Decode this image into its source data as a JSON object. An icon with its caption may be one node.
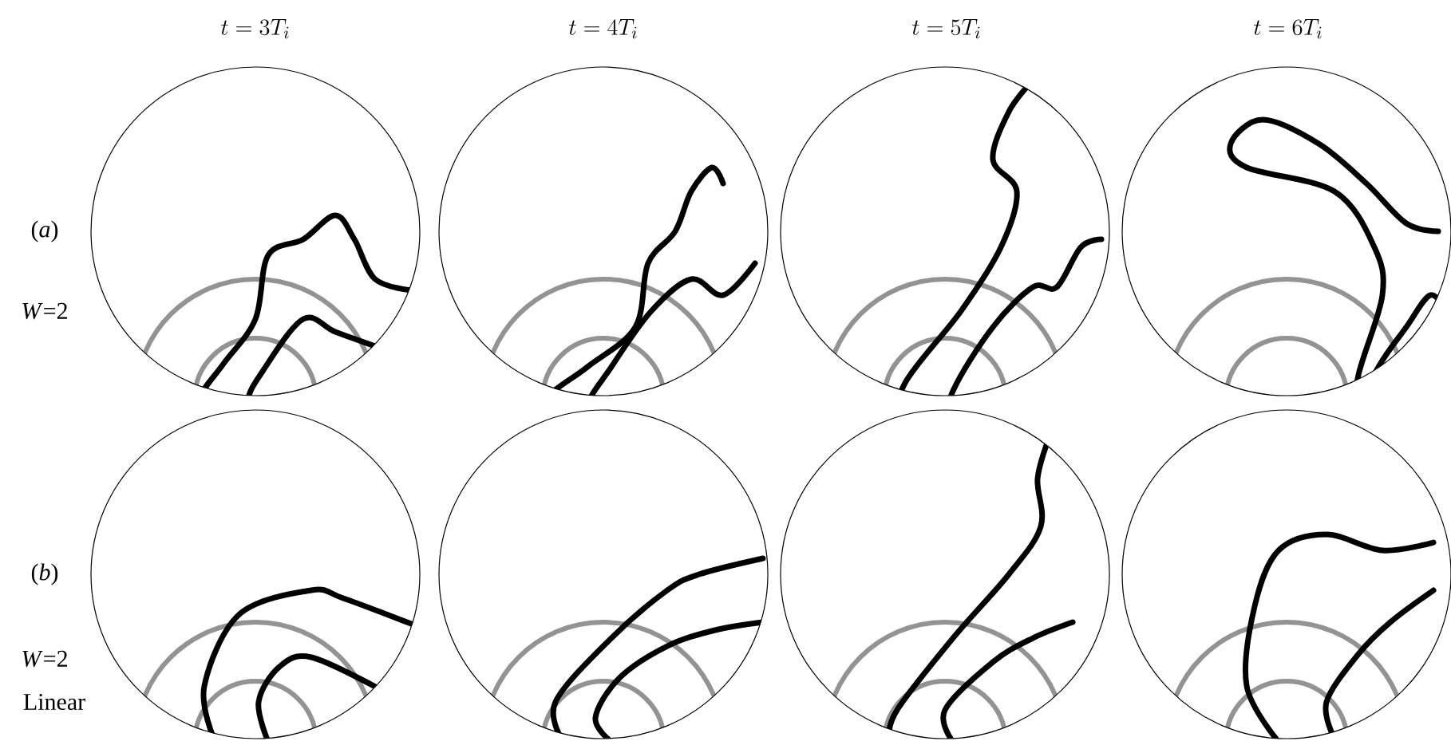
{
  "diagram": {
    "labels": [
      "t=3T_i",
      "t=4T_i",
      "t=5T_i",
      "t=6T_i",
      "(*a*)",
      "*W*=2",
      "(*b*)",
      "*W*=2",
      "Linear"
    ]
  }
}
